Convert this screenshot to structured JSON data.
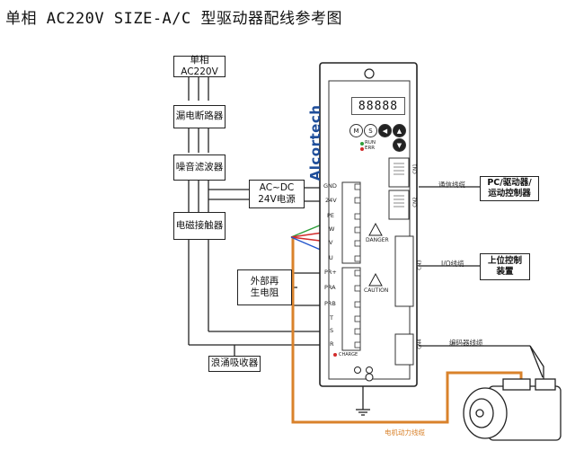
{
  "title": "单相 AC220V SIZE-A/C 型驱动器配线参考图",
  "left_chain": {
    "power": "单相AC220V",
    "breaker": "漏电断路器",
    "filter": "噪音滤波器",
    "contactor": "电磁接触器"
  },
  "ac_dc": {
    "line1": "AC~DC",
    "line2": "24V电源"
  },
  "resistor": {
    "line1": "外部再",
    "line2": "生电阻"
  },
  "surge": "浪涌吸收器",
  "driver": {
    "brand": "Alcortech",
    "display": "88888",
    "keys": [
      "M",
      "S",
      "◀",
      "▲",
      "▼"
    ],
    "run_label": "RUN",
    "err_label": "ERR",
    "danger": "DANGER",
    "caution": "CAUTION",
    "charge": "CHARGE",
    "terminals": [
      "GND",
      "24V",
      "PE",
      "W",
      "V",
      "U",
      "PR+",
      "PRA",
      "PRB",
      "T",
      "S",
      "R"
    ],
    "ports": [
      "CN1",
      "CN2",
      "CN3",
      "CN4"
    ]
  },
  "right": {
    "comm_label": "通信线缆",
    "pc": {
      "line1": "PC/驱动器/",
      "line2": "运动控制器"
    },
    "io_label": "I/O线缆",
    "upper": {
      "line1": "上位控制",
      "line2": "装置"
    },
    "encoder_label": "编码器线缆",
    "motor_label": "电机动力线缆"
  },
  "colors": {
    "wire": "#222222",
    "motor_cable": "#d9822b",
    "green": "#2e9e3a",
    "red": "#d22b2b",
    "blue": "#2255cc",
    "brand": "#1f4e9a"
  }
}
